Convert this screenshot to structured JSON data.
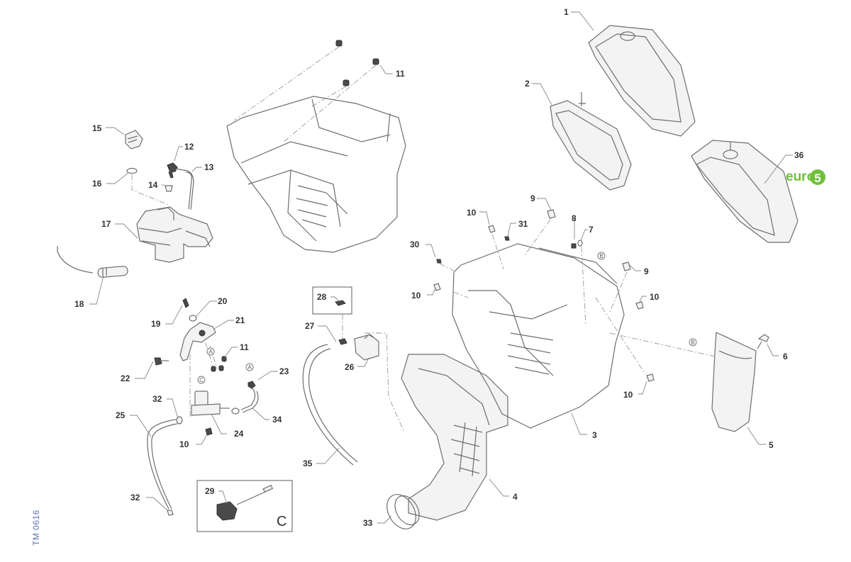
{
  "diagram": {
    "type": "exploded-parts-diagram",
    "document_code": "TM 0616",
    "badge": {
      "text": "euro",
      "number": "5",
      "color": "#6fbf3a"
    },
    "inset_box_letter": "C",
    "reference_markers": [
      "A",
      "B",
      "C"
    ],
    "callouts": [
      {
        "id": "c1",
        "label": "1"
      },
      {
        "id": "c2",
        "label": "2"
      },
      {
        "id": "c3",
        "label": "3"
      },
      {
        "id": "c4",
        "label": "4"
      },
      {
        "id": "c5",
        "label": "5"
      },
      {
        "id": "c6",
        "label": "6"
      },
      {
        "id": "c7",
        "label": "7"
      },
      {
        "id": "c8",
        "label": "8"
      },
      {
        "id": "c9a",
        "label": "9"
      },
      {
        "id": "c9b",
        "label": "9"
      },
      {
        "id": "c10a",
        "label": "10"
      },
      {
        "id": "c10b",
        "label": "10"
      },
      {
        "id": "c10c",
        "label": "10"
      },
      {
        "id": "c10d",
        "label": "10"
      },
      {
        "id": "c10e",
        "label": "10"
      },
      {
        "id": "c11a",
        "label": "11"
      },
      {
        "id": "c11b",
        "label": "11"
      },
      {
        "id": "c12",
        "label": "12"
      },
      {
        "id": "c13",
        "label": "13"
      },
      {
        "id": "c14",
        "label": "14"
      },
      {
        "id": "c15",
        "label": "15"
      },
      {
        "id": "c16",
        "label": "16"
      },
      {
        "id": "c17",
        "label": "17"
      },
      {
        "id": "c18",
        "label": "18"
      },
      {
        "id": "c19",
        "label": "19"
      },
      {
        "id": "c20",
        "label": "20"
      },
      {
        "id": "c21",
        "label": "21"
      },
      {
        "id": "c22",
        "label": "22"
      },
      {
        "id": "c23",
        "label": "23"
      },
      {
        "id": "c24",
        "label": "24"
      },
      {
        "id": "c25",
        "label": "25"
      },
      {
        "id": "c26",
        "label": "26"
      },
      {
        "id": "c27",
        "label": "27"
      },
      {
        "id": "c28",
        "label": "28"
      },
      {
        "id": "c29",
        "label": "29"
      },
      {
        "id": "c30",
        "label": "30"
      },
      {
        "id": "c31",
        "label": "31"
      },
      {
        "id": "c32a",
        "label": "32"
      },
      {
        "id": "c32b",
        "label": "32"
      },
      {
        "id": "c33",
        "label": "33"
      },
      {
        "id": "c34",
        "label": "34"
      },
      {
        "id": "c35",
        "label": "35"
      },
      {
        "id": "c36",
        "label": "36"
      }
    ]
  }
}
